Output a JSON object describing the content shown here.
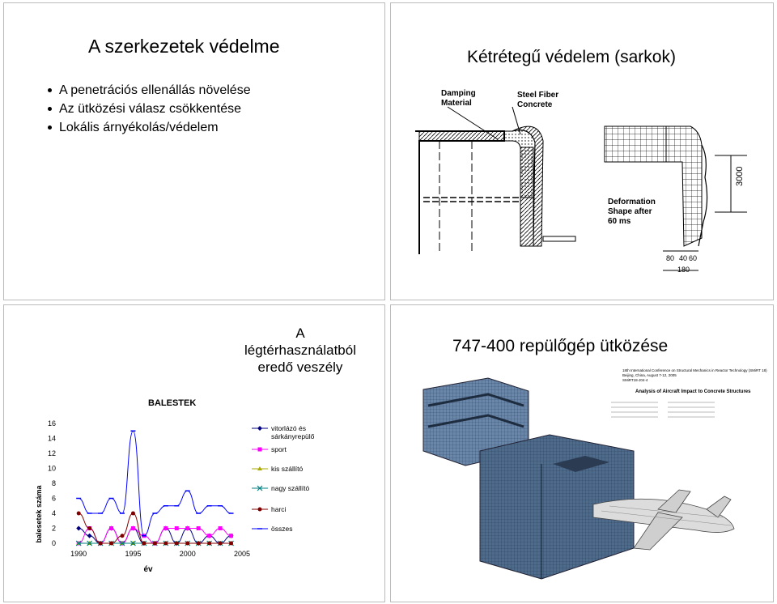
{
  "slide1": {
    "title": "A szerkezetek védelme",
    "bullets": [
      "A penetrációs ellenállás növelése",
      "Az ütközési válasz csökkentése",
      "Lokális árnyékolás/védelem"
    ]
  },
  "slide2": {
    "title": "Kétrétegű védelem (sarkok)",
    "figure": {
      "label_damping": [
        "Damping",
        "Material"
      ],
      "label_steel": [
        "Steel Fiber",
        "Concrete"
      ],
      "label_deform": [
        "Deformation",
        "Shape after",
        "60 ms"
      ],
      "dim_height": "3000",
      "dim_80": "80",
      "dim_40": "40",
      "dim_60": "60",
      "dim_180": "180"
    }
  },
  "slide3": {
    "heading": [
      "A",
      "légtérhasználatból",
      "eredő veszély"
    ],
    "chart_data": {
      "type": "line",
      "title": "BALESTEK",
      "xlabel": "év",
      "ylabel": "balesetek száma",
      "ylim": [
        0,
        16
      ],
      "yticks": [
        0,
        2,
        4,
        6,
        8,
        10,
        12,
        14,
        16
      ],
      "xticks": [
        1990,
        1995,
        2000,
        2005
      ],
      "x": [
        1990,
        1991,
        1992,
        1993,
        1994,
        1995,
        1996,
        1997,
        1998,
        1999,
        2000,
        2001,
        2002,
        2003,
        2004
      ],
      "series": [
        {
          "name": "vitorlázó és sárkányrepülő",
          "color": "#000080",
          "marker": "diamond",
          "values": [
            2,
            1,
            0,
            2,
            0,
            2,
            0,
            0,
            2,
            0,
            2,
            0,
            1,
            0,
            1
          ]
        },
        {
          "name": "sport",
          "color": "#ff00ff",
          "marker": "square",
          "values": [
            0,
            2,
            0,
            2,
            0,
            2,
            1,
            0,
            2,
            2,
            2,
            2,
            1,
            2,
            1
          ]
        },
        {
          "name": "kis szállító",
          "color": "#aaaa00",
          "marker": "triangle",
          "values": [
            0,
            0,
            0,
            0,
            0,
            0,
            0,
            0,
            0,
            0,
            0,
            0,
            0,
            0,
            0
          ]
        },
        {
          "name": "nagy szállító",
          "color": "#008080",
          "marker": "x",
          "values": [
            0,
            0,
            0,
            0,
            0,
            0,
            0,
            0,
            0,
            0,
            0,
            0,
            0,
            0,
            0
          ]
        },
        {
          "name": "harci",
          "color": "#800000",
          "marker": "circle",
          "values": [
            4,
            2,
            0,
            0,
            1,
            4,
            0,
            0,
            0,
            0,
            0,
            0,
            0,
            0,
            0
          ]
        },
        {
          "name": "összes",
          "color": "#0000ff",
          "marker": "dash",
          "values": [
            6,
            4,
            4,
            6,
            4,
            15,
            1,
            4,
            5,
            5,
            7,
            4,
            5,
            5,
            4
          ]
        }
      ]
    }
  },
  "slide4": {
    "title": "747-400 repülőgép ütközése",
    "paper": {
      "conference_lines": [
        "18th International Conference on Structural Mechanics in Reactor Technology (SMiRT 18)",
        "Beijing, China, August 7-12, 2005",
        "SMiRT18-J04-4"
      ],
      "paper_title": "Analysis of Aircraft Impact to Concrete Structures"
    }
  }
}
